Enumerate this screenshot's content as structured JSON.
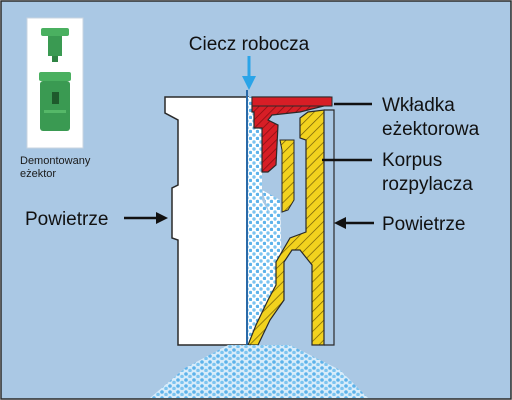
{
  "colors": {
    "background": "#aac8e4",
    "frame": "#2a2a2a",
    "body_white": "#ffffff",
    "insert_red": "#d71e26",
    "housing_yellow": "#f2d21e",
    "liquid_blue": "#3aa8e8",
    "droplet": "#7cc4f0",
    "nozzle_green": "#3a9a52"
  },
  "labels": {
    "liquid": "Ciecz robocza",
    "insert_line1": "Wkładka",
    "insert_line2": "eżektorowa",
    "body_line1": "Korpus",
    "body_line2": "rozpylacza",
    "air_left": "Powietrze",
    "air_right": "Powietrze",
    "inset_line1": "Demontowany",
    "inset_line2": "eżektor"
  },
  "icons": {
    "inset_photo": "disassembled-injector-icon",
    "arrows": "arrow-icon"
  }
}
